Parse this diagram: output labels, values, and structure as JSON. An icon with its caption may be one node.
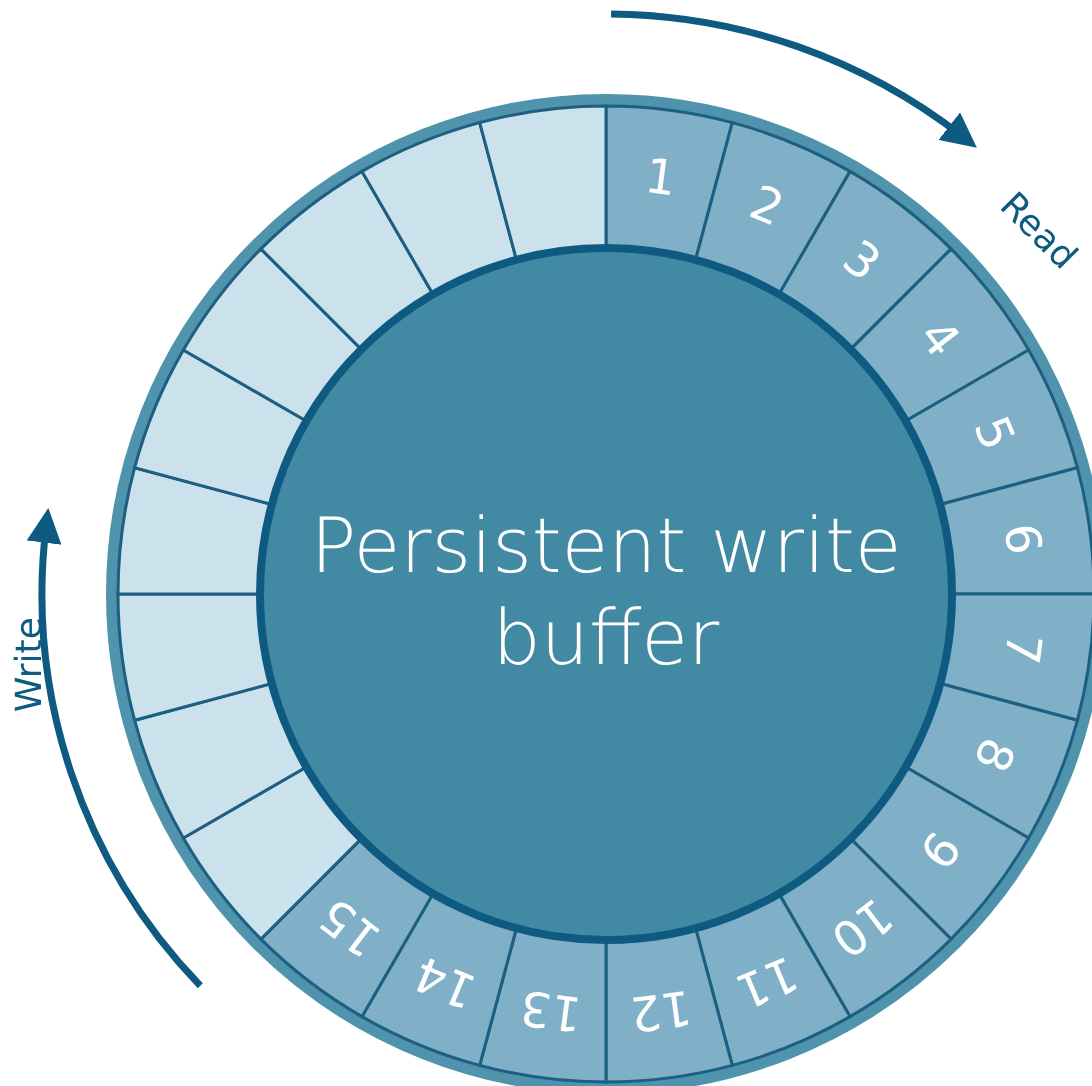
{
  "diagram": {
    "nodes": [
      {
        "text": [
          "Persistent write buffer"
        ]
      },
      {
        "text": [
          "1"
        ]
      },
      {
        "text": [
          "2"
        ]
      },
      {
        "text": [
          "3"
        ]
      },
      {
        "text": [
          "4"
        ]
      },
      {
        "text": [
          "5"
        ]
      },
      {
        "text": [
          "6"
        ]
      },
      {
        "text": [
          "7"
        ]
      },
      {
        "text": [
          "8"
        ]
      },
      {
        "text": [
          "9"
        ]
      },
      {
        "text": [
          "10"
        ]
      },
      {
        "text": [
          "11"
        ]
      },
      {
        "text": [
          "12"
        ]
      },
      {
        "text": [
          "13"
        ]
      },
      {
        "text": [
          "14"
        ]
      },
      {
        "text": [
          "15"
        ]
      },
      {
        "text": [],
        "shape": "box"
      },
      {
        "text": [],
        "shape": "box"
      },
      {
        "text": [],
        "shape": "box"
      },
      {
        "text": [],
        "shape": "box"
      },
      {
        "text": [],
        "shape": "box"
      },
      {
        "text": [],
        "shape": "box"
      },
      {
        "text": [],
        "shape": "box"
      },
      {
        "text": [],
        "shape": "box"
      },
      {
        "text": [],
        "shape": "box"
      }
    ],
    "edges": [],
    "labels": [
      "Read",
      "Write"
    ]
  }
}
